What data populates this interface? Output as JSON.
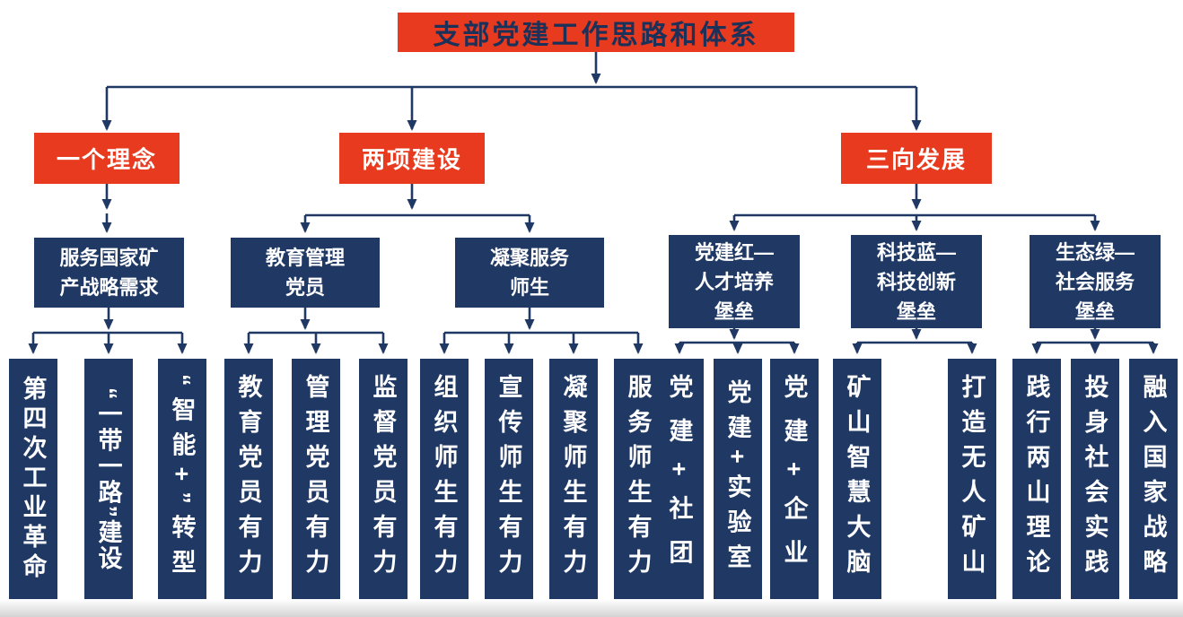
{
  "diagram": {
    "title": "支部党建工作思路和体系",
    "colors": {
      "box_red": "#e73a1e",
      "box_navy": "#1f3864",
      "line": "#1f3864",
      "title_text": "#1b3159",
      "text_light": "#ffffff"
    },
    "branches": [
      {
        "label": "一个理念",
        "children": [
          {
            "label": [
              "服务国家矿",
              "产战略需求"
            ],
            "children": [
              {
                "label": "第四次工业革命"
              },
              {
                "label": "“一带一路”建设"
              },
              {
                "label": "“智能+”转型"
              }
            ]
          }
        ]
      },
      {
        "label": "两项建设",
        "children": [
          {
            "label": [
              "教育管理",
              "党员"
            ],
            "children": [
              {
                "label": "教育党员有力"
              },
              {
                "label": "管理党员有力"
              },
              {
                "label": "监督党员有力"
              }
            ]
          },
          {
            "label": [
              "凝聚服务",
              "师生"
            ],
            "children": [
              {
                "label": "组织师生有力"
              },
              {
                "label": "宣传师生有力"
              },
              {
                "label": "凝聚师生有力"
              },
              {
                "label": "服务师生有力"
              }
            ]
          }
        ]
      },
      {
        "label": "三向发展",
        "children": [
          {
            "label": [
              "党建红—",
              "人才培养",
              "堡垒"
            ],
            "children": [
              {
                "label": "党建+社团"
              },
              {
                "label": "党建+实验室"
              },
              {
                "label": "党建+企业"
              }
            ]
          },
          {
            "label": [
              "科技蓝—",
              "科技创新",
              "堡垒"
            ],
            "children": [
              {
                "label": "矿山智慧大脑"
              },
              {
                "label": "打造无人矿山"
              }
            ]
          },
          {
            "label": [
              "生态绿—",
              "社会服务",
              "堡垒"
            ],
            "children": [
              {
                "label": "践行两山理论"
              },
              {
                "label": "投身社会实践"
              },
              {
                "label": "融入国家战略"
              }
            ]
          }
        ]
      }
    ]
  }
}
